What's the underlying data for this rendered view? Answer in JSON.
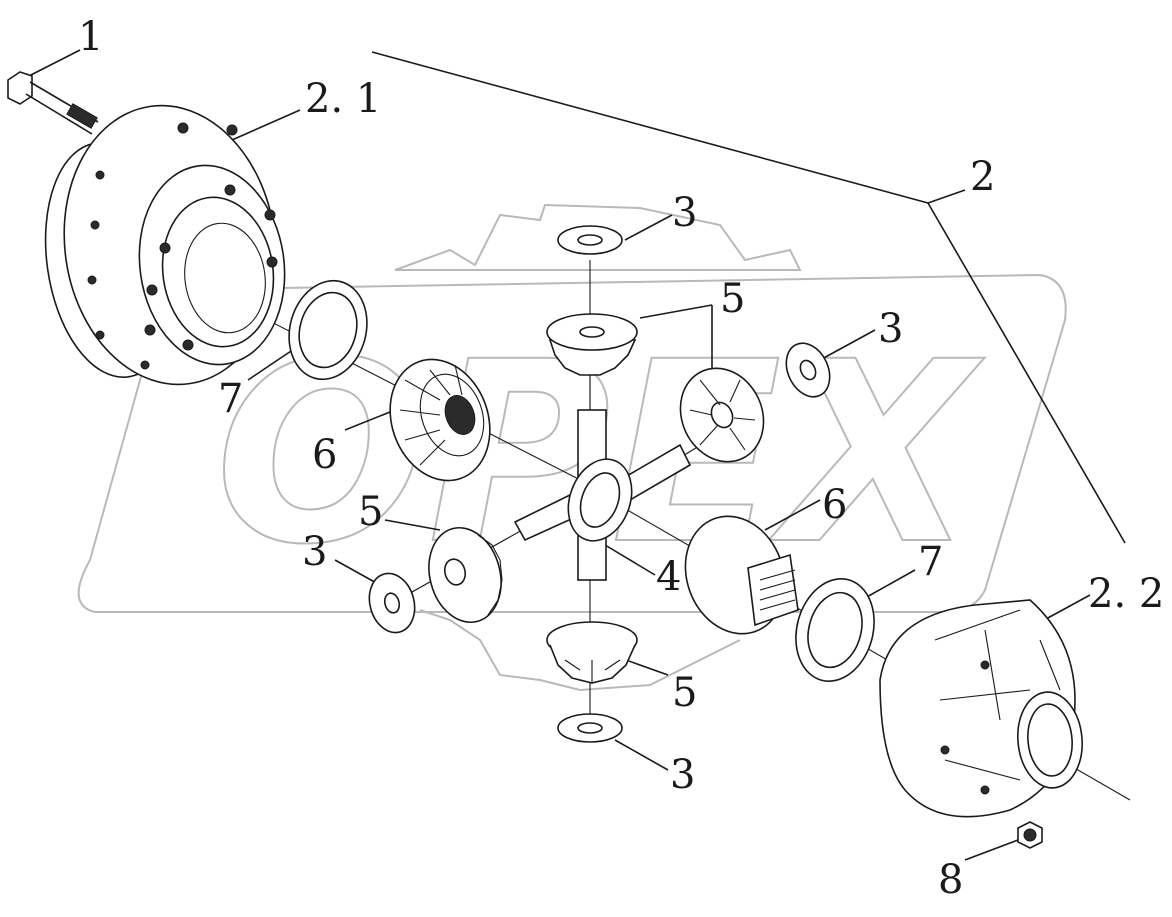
{
  "diagram": {
    "watermark": {
      "text": "OPEX",
      "color": "#b9b9b9"
    },
    "callouts": [
      {
        "id": "c1",
        "text": "1"
      },
      {
        "id": "c2_1",
        "text": "2. 1"
      },
      {
        "id": "c2",
        "text": "2"
      },
      {
        "id": "c3_top",
        "text": "3"
      },
      {
        "id": "c5_top",
        "text": "5"
      },
      {
        "id": "c3_right",
        "text": "3"
      },
      {
        "id": "c7_left",
        "text": "7"
      },
      {
        "id": "c6_left",
        "text": "6"
      },
      {
        "id": "c5_left",
        "text": "5"
      },
      {
        "id": "c6_right",
        "text": "6"
      },
      {
        "id": "c3_left",
        "text": "3"
      },
      {
        "id": "c4",
        "text": "4"
      },
      {
        "id": "c7_right",
        "text": "7"
      },
      {
        "id": "c2_2",
        "text": "2. 2"
      },
      {
        "id": "c5_bottom",
        "text": "5"
      },
      {
        "id": "c3_bottom",
        "text": "3"
      },
      {
        "id": "c8",
        "text": "8"
      }
    ]
  }
}
